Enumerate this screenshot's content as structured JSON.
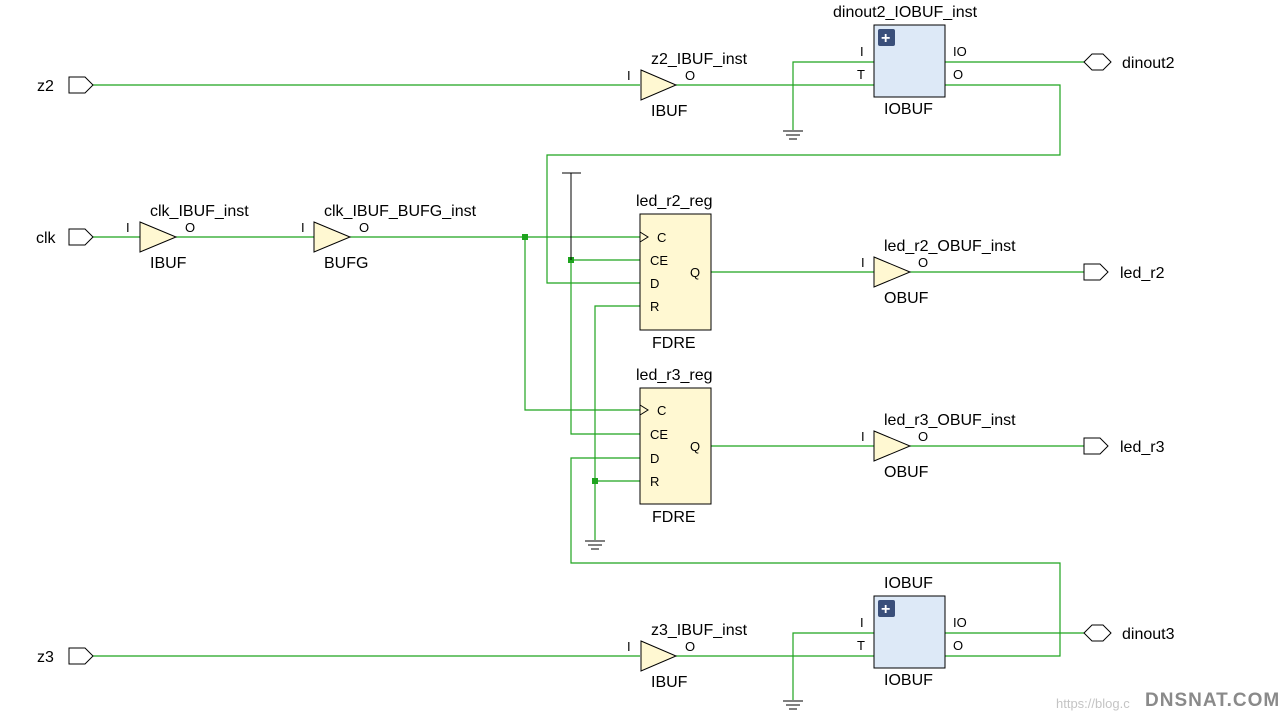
{
  "ports": {
    "z2": "z2",
    "clk": "clk",
    "z3": "z3",
    "dinout2": "dinout2",
    "led_r2": "led_r2",
    "led_r3": "led_r3",
    "dinout3": "dinout3"
  },
  "cells": {
    "z2_ibuf": {
      "name": "z2_IBUF_inst",
      "type": "IBUF",
      "pin_in": "I",
      "pin_out": "O"
    },
    "z3_ibuf": {
      "name": "z3_IBUF_inst",
      "type": "IBUF",
      "pin_in": "I",
      "pin_out": "O"
    },
    "clk_ibuf": {
      "name": "clk_IBUF_inst",
      "type": "IBUF",
      "pin_in": "I",
      "pin_out": "O"
    },
    "clk_bufg": {
      "name": "clk_IBUF_BUFG_inst",
      "type": "BUFG",
      "pin_in": "I",
      "pin_out": "O"
    },
    "led_r2_reg": {
      "name": "led_r2_reg",
      "type": "FDRE",
      "pins": [
        "C",
        "CE",
        "D",
        "R",
        "Q"
      ]
    },
    "led_r3_reg": {
      "name": "led_r3_reg",
      "type": "FDRE",
      "pins": [
        "C",
        "CE",
        "D",
        "R",
        "Q"
      ]
    },
    "led_r2_obuf": {
      "name": "led_r2_OBUF_inst",
      "type": "OBUF",
      "pin_in": "I",
      "pin_out": "O"
    },
    "led_r3_obuf": {
      "name": "led_r3_OBUF_inst",
      "type": "OBUF",
      "pin_in": "I",
      "pin_out": "O"
    },
    "dinout2_iobuf": {
      "name": "dinout2_IOBUF_inst",
      "type": "IOBUF",
      "pins": [
        "I",
        "T",
        "IO",
        "O"
      ],
      "expand": "+"
    },
    "dinout3_iobuf": {
      "name": "IOBUF",
      "type": "IOBUF",
      "pins": [
        "I",
        "T",
        "IO",
        "O"
      ],
      "expand": "+"
    }
  },
  "watermark": {
    "url": "https://blog.c",
    "logo": "DNSNAT.COM"
  },
  "colors": {
    "wire": "#1ea41e",
    "ff_fill": "#fff8d2",
    "iobuf_fill": "#dde9f7",
    "expand_button": "#3a4f7a"
  }
}
